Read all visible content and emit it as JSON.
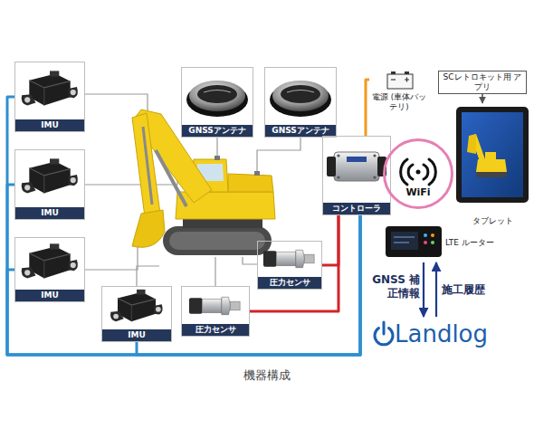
{
  "diagram": {
    "caption": "機器構成",
    "nodes": [
      {
        "text": [
          "IMU"
        ]
      },
      {
        "text": [
          "GNSSアンテナ"
        ]
      },
      {
        "text": [
          "GNSSアンテナ"
        ]
      },
      {
        "text": [
          "電源 (車体バッテリ)"
        ]
      },
      {
        "text": [
          "SCレトロキット用 アプリ"
        ]
      },
      {
        "text": [
          "IMU"
        ]
      },
      {
        "text": [
          "コントローラ"
        ]
      },
      {
        "text": [
          "WiFi"
        ]
      },
      {
        "text": [
          "タブレット"
        ]
      },
      {
        "text": [
          "IMU"
        ]
      },
      {
        "text": [
          "LTE ルーター"
        ]
      },
      {
        "text": [
          "圧力センサ"
        ]
      },
      {
        "text": [
          "IMU"
        ]
      },
      {
        "text": [
          "圧力センサ"
        ]
      },
      {
        "text": [
          "Landlog"
        ]
      }
    ],
    "edges": [
      {
        "from": 0,
        "to": 6,
        "arrow": "none"
      },
      {
        "from": 5,
        "to": 6,
        "arrow": "none"
      },
      {
        "from": 9,
        "to": 6,
        "arrow": "none"
      },
      {
        "from": 12,
        "to": 6,
        "arrow": "none"
      },
      {
        "from": 13,
        "to": 6,
        "arrow": "none"
      },
      {
        "from": 11,
        "to": 6,
        "arrow": "none"
      },
      {
        "from": 3,
        "to": 6,
        "arrow": "none"
      },
      {
        "from": 4,
        "to": 8,
        "arrow": "to"
      },
      {
        "from": 10,
        "to": 14,
        "label": "GNSS 補正情報",
        "arrow": "to"
      },
      {
        "from": 14,
        "to": 10,
        "label": "施工履歴",
        "arrow": "to"
      }
    ]
  }
}
